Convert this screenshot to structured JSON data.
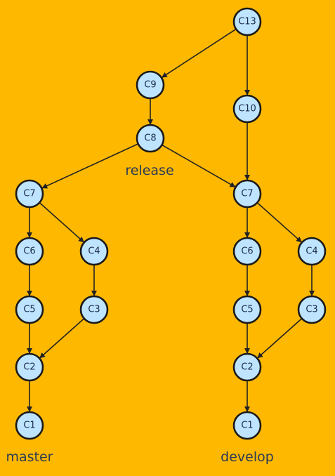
{
  "diagram": {
    "colors": {
      "background": "#FFB800",
      "node_fill": "#BFE4FF",
      "node_stroke": "#1A1A1A",
      "edge": "#222222",
      "text": "#1A2A4A"
    },
    "branch_labels": {
      "release": "release",
      "master": "master",
      "develop": "develop"
    },
    "nodes": [
      {
        "id": "top-c13",
        "label": "C13"
      },
      {
        "id": "top-c9",
        "label": "C9"
      },
      {
        "id": "top-c10",
        "label": "C10"
      },
      {
        "id": "top-c8",
        "label": "C8"
      },
      {
        "id": "left-c7",
        "label": "C7"
      },
      {
        "id": "left-c6",
        "label": "C6"
      },
      {
        "id": "left-c4",
        "label": "C4"
      },
      {
        "id": "left-c5",
        "label": "C5"
      },
      {
        "id": "left-c3",
        "label": "C3"
      },
      {
        "id": "left-c2",
        "label": "C2"
      },
      {
        "id": "left-c1",
        "label": "C1"
      },
      {
        "id": "right-c7",
        "label": "C7"
      },
      {
        "id": "right-c6",
        "label": "C6"
      },
      {
        "id": "right-c4",
        "label": "C4"
      },
      {
        "id": "right-c5",
        "label": "C5"
      },
      {
        "id": "right-c3",
        "label": "C3"
      },
      {
        "id": "right-c2",
        "label": "C2"
      },
      {
        "id": "right-c1",
        "label": "C1"
      }
    ],
    "edges": [
      {
        "from": "top-c13",
        "to": "top-c9"
      },
      {
        "from": "top-c13",
        "to": "top-c10"
      },
      {
        "from": "top-c9",
        "to": "top-c8"
      },
      {
        "from": "top-c8",
        "to": "left-c7"
      },
      {
        "from": "top-c8",
        "to": "right-c7"
      },
      {
        "from": "top-c10",
        "to": "right-c7"
      },
      {
        "from": "left-c7",
        "to": "left-c6"
      },
      {
        "from": "left-c7",
        "to": "left-c4"
      },
      {
        "from": "left-c6",
        "to": "left-c5"
      },
      {
        "from": "left-c4",
        "to": "left-c3"
      },
      {
        "from": "left-c5",
        "to": "left-c2"
      },
      {
        "from": "left-c3",
        "to": "left-c2"
      },
      {
        "from": "left-c2",
        "to": "left-c1"
      },
      {
        "from": "right-c7",
        "to": "right-c6"
      },
      {
        "from": "right-c7",
        "to": "right-c4"
      },
      {
        "from": "right-c6",
        "to": "right-c5"
      },
      {
        "from": "right-c4",
        "to": "right-c3"
      },
      {
        "from": "right-c5",
        "to": "right-c2"
      },
      {
        "from": "right-c3",
        "to": "right-c2"
      },
      {
        "from": "right-c2",
        "to": "right-c1"
      }
    ]
  }
}
